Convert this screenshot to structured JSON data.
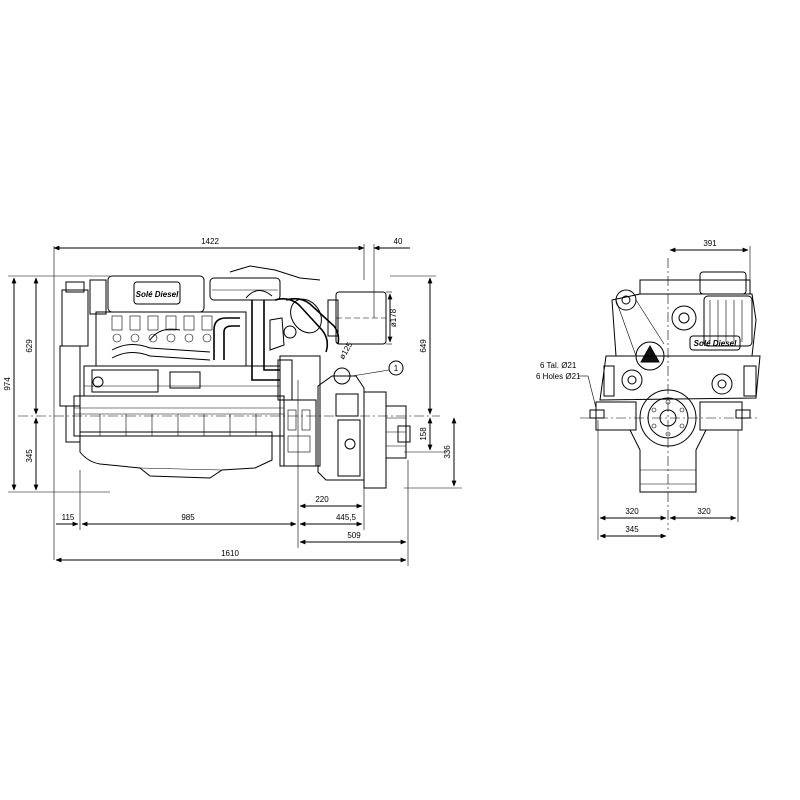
{
  "brand_plate": "Solé Diesel",
  "side_view": {
    "dimensions": {
      "overall_length_top": "1422",
      "offset_top": "40",
      "exhaust_diameter": "ø178",
      "pipe_diameter": "ø125",
      "height_upper": "629",
      "height_total": "974",
      "height_lower": "345",
      "height_right": "649",
      "flange_small": "158",
      "flange_height": "336",
      "gearbox_offset": "220",
      "front_offset": "115",
      "mount_spacing": "985",
      "gearbox_length": "445,5",
      "gearbox_total": "509",
      "overall_length": "1610"
    },
    "callout": "1"
  },
  "front_view": {
    "dimensions": {
      "width_top": "391",
      "half_width_left": "320",
      "half_width_right": "320",
      "width_bottom": "345"
    },
    "note_line1": "6 Tal. Ø21",
    "note_line2": "6 Holes Ø21"
  }
}
